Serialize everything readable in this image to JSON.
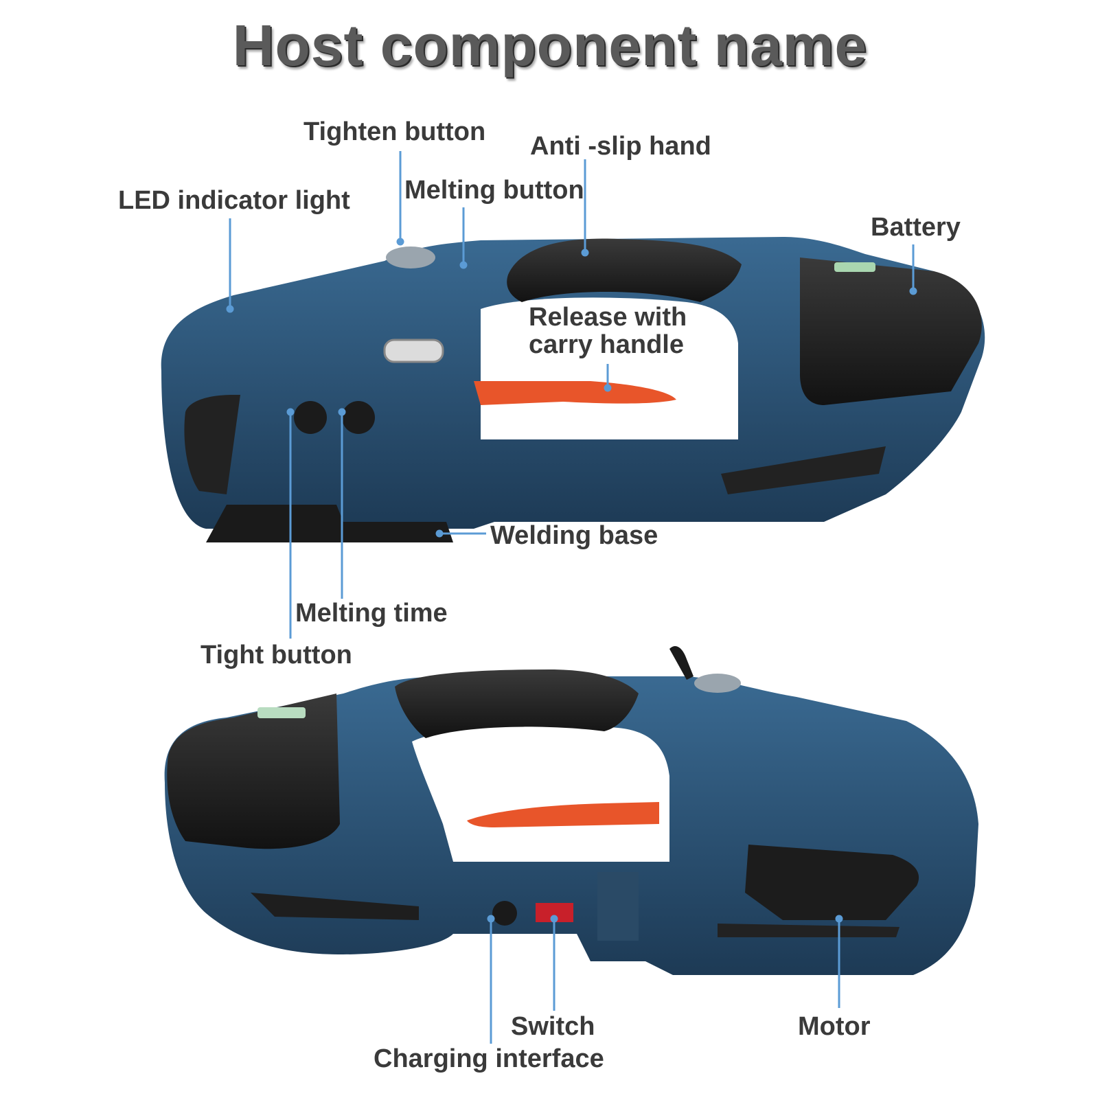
{
  "title": "Host component name",
  "colors": {
    "body_blue": "#2d5577",
    "body_dark": "#1f3d58",
    "rubber": "#2a2a2a",
    "lever": "#e8552a",
    "callout_line": "#5b9bd5",
    "label_text": "#3a3a3a"
  },
  "labels": {
    "tighten_button": "Tighten button",
    "anti_slip_hand": "Anti -slip hand",
    "melting_button": "Melting button",
    "led_indicator_light": "LED indicator light",
    "battery": "Battery",
    "release_with_carry_handle": "Release with\ncarry handle",
    "welding_base": "Welding base",
    "melting_time": "Melting time",
    "tight_button": "Tight button",
    "switch": "Switch",
    "motor": "Motor",
    "charging_interface": "Charging interface"
  }
}
